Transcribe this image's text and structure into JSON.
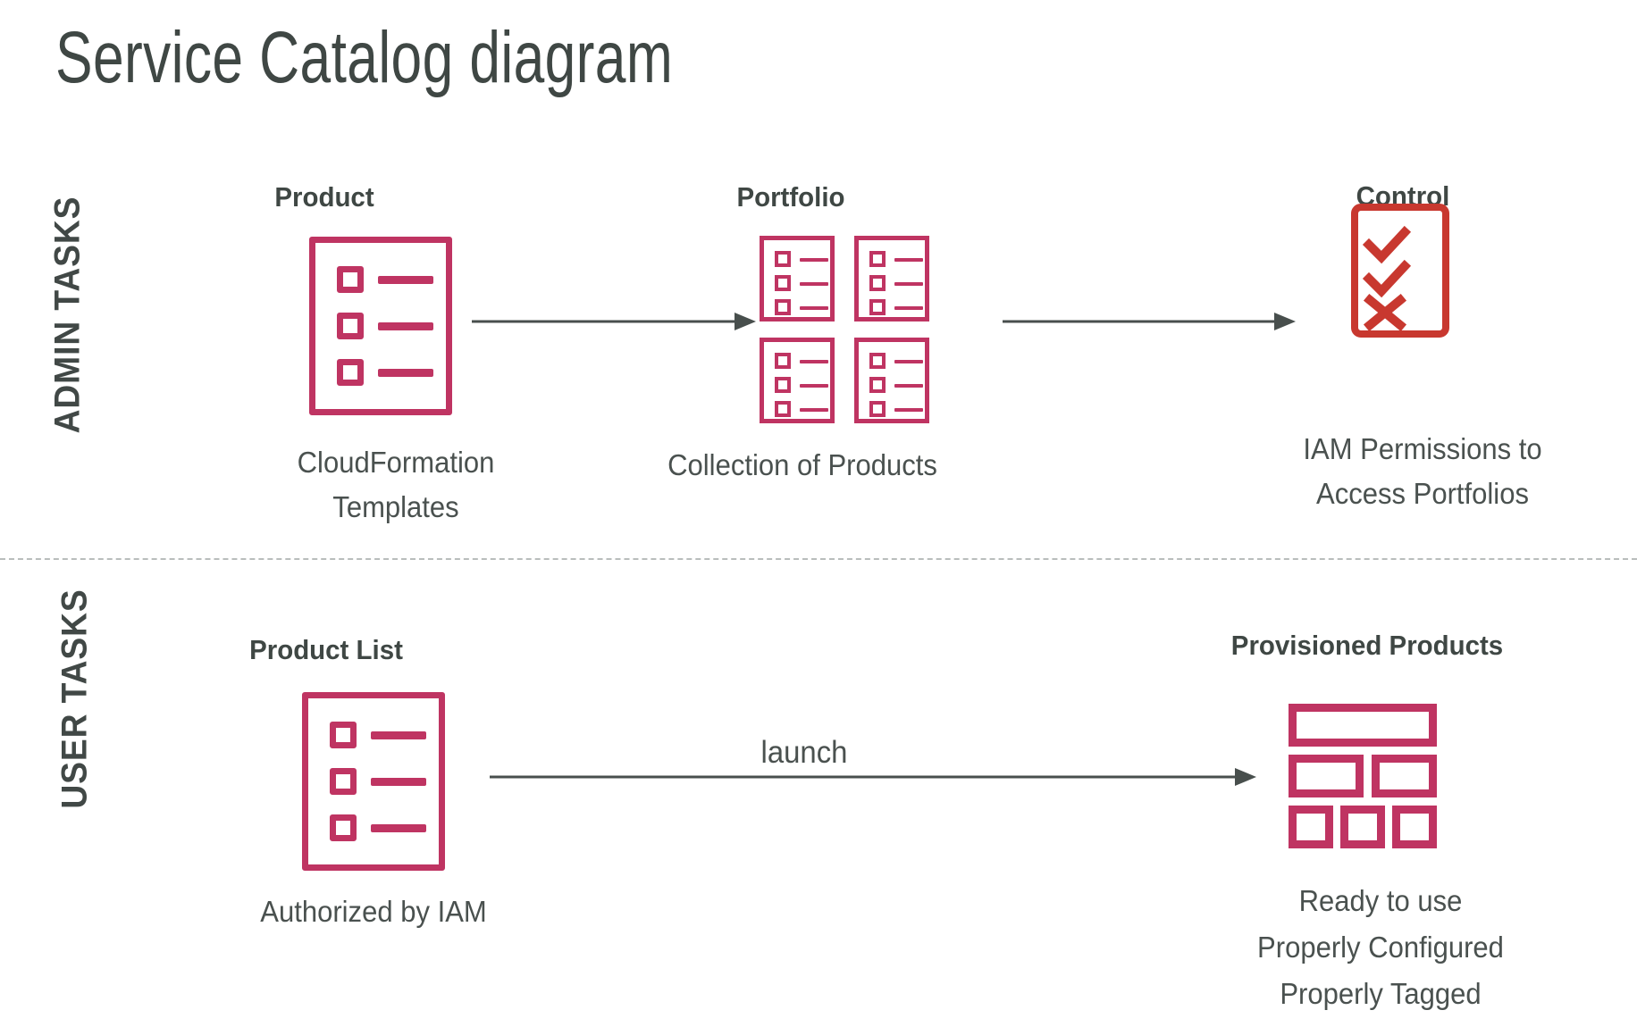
{
  "page": {
    "title": "Service Catalog diagram",
    "background_color": "#ffffff",
    "accent_pink": "#bf3462",
    "accent_red": "#c8382f",
    "text_color": "#3f4744",
    "arrow_color": "#484f4d",
    "divider_color": "#b9bdbc"
  },
  "rows": {
    "admin": {
      "label": "ADMIN TASKS"
    },
    "user": {
      "label": "USER TASKS"
    }
  },
  "admin_nodes": [
    {
      "id": "product",
      "title": "Product",
      "caption": "CloudFormation\nTemplates",
      "caption_line1": "CloudFormation",
      "caption_line2": "Templates",
      "icon": "checklist-sheet-icon"
    },
    {
      "id": "portfolio",
      "title": "Portfolio",
      "caption": "Collection of Products",
      "caption_line1": "Collection of Products",
      "caption_line2": "",
      "icon": "portfolio-grid-icon"
    },
    {
      "id": "control",
      "title": "Control",
      "caption": "IAM Permissions to\nAccess Portfolios",
      "caption_line1": "IAM Permissions to",
      "caption_line2": "Access Portfolios",
      "icon": "control-checklist-icon"
    }
  ],
  "user_nodes": [
    {
      "id": "product-list",
      "title": "Product List",
      "caption_line1": "Authorized by IAM",
      "caption_line2": "",
      "caption_line3": "",
      "icon": "checklist-sheet-icon"
    },
    {
      "id": "provisioned-products",
      "title": "Provisioned Products",
      "caption_line1": "Ready to use",
      "caption_line2": "Properly Configured",
      "caption_line3": "Properly Tagged",
      "icon": "mosaic-blocks-icon"
    }
  ],
  "arrows": [
    {
      "id": "product-to-portfolio",
      "label": ""
    },
    {
      "id": "portfolio-to-control",
      "label": ""
    },
    {
      "id": "productlist-to-provisioned",
      "label": "launch"
    }
  ],
  "control_marks": [
    "check",
    "check",
    "cross"
  ],
  "watermark": {
    "text": ""
  }
}
